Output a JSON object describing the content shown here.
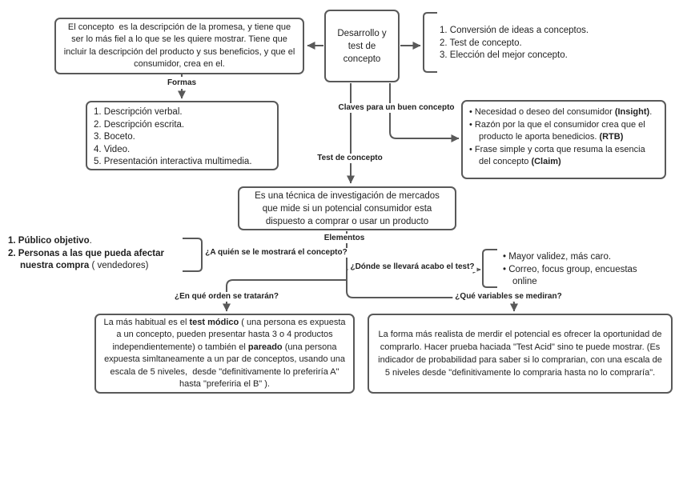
{
  "colors": {
    "stroke": "#595959",
    "text": "#1f1f1f",
    "background": "#ffffff",
    "shape_fill": "#ffffff"
  },
  "root_box": {
    "text": "Desarrollo y test de concepto"
  },
  "concept_definition_box": {
    "text": "El concepto  es la descripción de la promesa, y tiene que ser lo más fiel a lo que se les quiere mostrar. Tiene que incluir la descripción del producto y sus beneficios, y que el consumidor, crea en el."
  },
  "stages_list": {
    "items": [
      "1. Conversión de ideas a conceptos.",
      "2. Test de concepto.",
      "3. Elección del mejor concepto."
    ]
  },
  "formas": {
    "label": "Formas",
    "items": [
      "1. Descripción verbal.",
      "2. Descripción escrita.",
      "3. Boceto.",
      "4. Video.",
      "5. Presentación  interactiva multimedia."
    ]
  },
  "claves": {
    "label": "Claves para un buen concepto",
    "items": [
      [
        {
          "t": "Necesidad o deseo del consumidor "
        },
        {
          "t": "(Insight)",
          "b": true
        },
        {
          "t": "."
        }
      ],
      [
        {
          "t": "Razón por la que el consumidor crea que el producto le aporta benedicios. "
        },
        {
          "t": "(RTB)",
          "b": true
        }
      ],
      [
        {
          "t": "Frase simple y corta que resuma la esencia del concepto "
        },
        {
          "t": "(Claim)",
          "b": true
        }
      ]
    ]
  },
  "test_concepto": {
    "label": "Test de concepto",
    "definition": "Es una técnica de investigación de mercados que mide si un potencial consumidor esta dispuesto a comprar o usar un producto"
  },
  "elementos_label": "Elementos",
  "publico_list": {
    "items": [
      [
        {
          "t": "1. Público objetivo",
          "b": true
        },
        {
          "t": "."
        }
      ],
      [
        {
          "t": "2. Personas a las que pueda afectar nuestra compra",
          "b": true
        },
        {
          "t": " ( vendedores)"
        }
      ]
    ]
  },
  "quien_label": "¿A quién se le mostrará el concepto?",
  "donde_label": "¿Dónde se llevará acabo el test?",
  "validez_list": {
    "items": [
      "Mayor validez, más caro.",
      "Correo, focus group, encuestas online"
    ]
  },
  "orden_label": "¿En qué orden se tratarán?",
  "variables_label": "¿Qué variables se mediran?",
  "monadico_box": {
    "rich": [
      {
        "t": "La más habitual es el "
      },
      {
        "t": "test módico",
        "b": true
      },
      {
        "t": " ( una persona es expuesta a un concepto, pueden presentar hasta 3 o 4 productos independientemente) o también el "
      },
      {
        "t": "pareado",
        "b": true
      },
      {
        "t": " (una persona expuesta simltaneamente a un par de conceptos, usando una escala de 5 niveles,  desde \"definitivamente lo preferiría A\" hasta \"preferiria el B\" )."
      }
    ]
  },
  "acid_box": {
    "text": "La forma más realista de merdir el potencial es ofrecer la oportunidad de comprarlo. Hacer prueba haciada \"Test Acid\" sino te puede mostrar. (Es indicador de probabilidad para saber si lo comprarian, con una escala de 5 niveles desde \"definitivamente lo compraria hasta no lo compraría\"."
  }
}
